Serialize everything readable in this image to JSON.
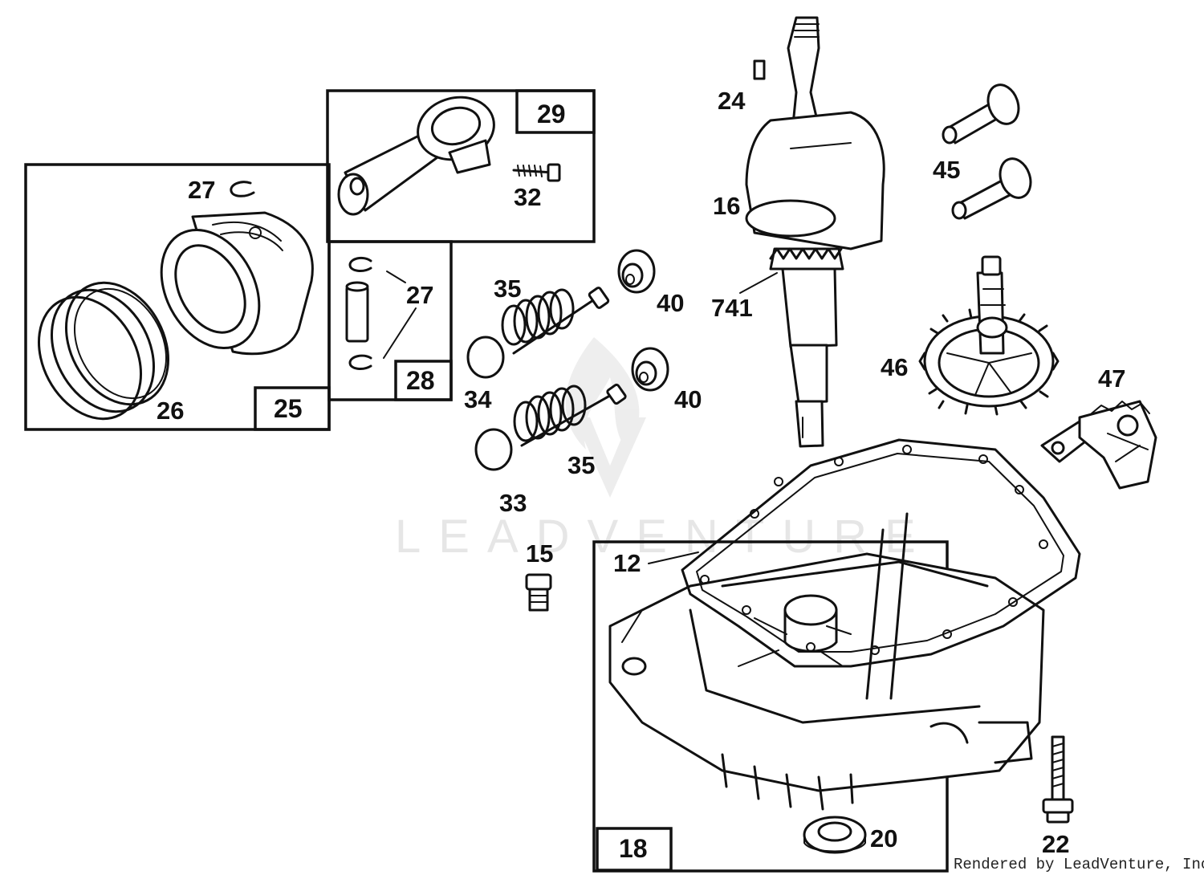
{
  "watermark": "LEADVENTURE",
  "credit": "Rendered by LeadVenture, Inc.",
  "boxes": [
    {
      "id": "25",
      "label": "25"
    },
    {
      "id": "28",
      "label": "28"
    },
    {
      "id": "29",
      "label": "29"
    },
    {
      "id": "18",
      "label": "18"
    }
  ],
  "callouts": [
    {
      "id": "27a",
      "label": "27"
    },
    {
      "id": "26",
      "label": "26"
    },
    {
      "id": "32",
      "label": "32"
    },
    {
      "id": "27b",
      "label": "27"
    },
    {
      "id": "35a",
      "label": "35"
    },
    {
      "id": "34",
      "label": "34"
    },
    {
      "id": "40a",
      "label": "40"
    },
    {
      "id": "40b",
      "label": "40"
    },
    {
      "id": "35b",
      "label": "35"
    },
    {
      "id": "33",
      "label": "33"
    },
    {
      "id": "24",
      "label": "24"
    },
    {
      "id": "16",
      "label": "16"
    },
    {
      "id": "741",
      "label": "741"
    },
    {
      "id": "45",
      "label": "45"
    },
    {
      "id": "46",
      "label": "46"
    },
    {
      "id": "47",
      "label": "47"
    },
    {
      "id": "15",
      "label": "15"
    },
    {
      "id": "12",
      "label": "12"
    },
    {
      "id": "20",
      "label": "20"
    },
    {
      "id": "22",
      "label": "22"
    }
  ]
}
